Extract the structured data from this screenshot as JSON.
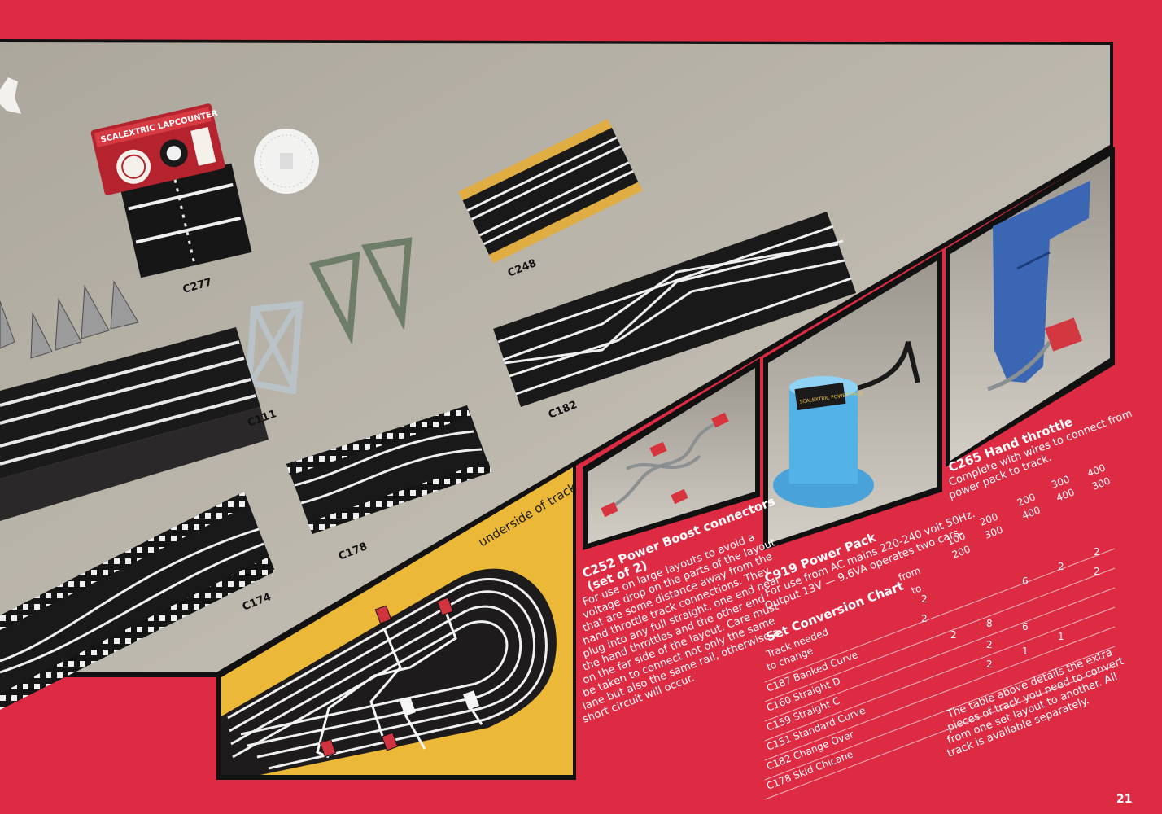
{
  "catalogue_page": {
    "page_number": "21",
    "photo_labels": {
      "c277": "C277",
      "c248": "C248",
      "c111": "C111",
      "c182": "C182",
      "c178": "C178",
      "c174": "C174"
    },
    "lapcounter_text": "SCALEXTRIC LAPCOUNTER",
    "underside_label": "underside of track",
    "products": {
      "c252": {
        "title_line1": "C252 Power Boost connectors",
        "title_line2": "(set of 2)",
        "body": [
          "For use on large layouts to avoid a",
          "voltage drop on the parts of the layout",
          "that are some distance away from the",
          "hand throttle track connections. They",
          "plug into any full straight, one end near",
          "the hand throttles and the other end",
          "on the far side of the layout. Care must",
          "be taken to connect not only the same",
          "lane but also the same rail, otherwise a",
          "short circuit will occur."
        ]
      },
      "c919": {
        "title": "C919 Power Pack",
        "body": [
          "For use from AC mains 220-240 volt 50Hz.",
          "Output 13V — 9.6VA operates two cars."
        ],
        "label_text": "SCALEXTRIC POWER PACK"
      },
      "c265": {
        "title": "C265 Hand throttle",
        "body": [
          "Complete with wires to connect from",
          "power pack to track."
        ]
      }
    },
    "conversion_chart": {
      "title": "Set Conversion Chart",
      "from_label": "from",
      "to_label": "to",
      "track_needed_line1": "Track needed",
      "track_needed_line2": "to change",
      "columns": [
        {
          "from": "",
          "to": ""
        },
        {
          "from": "100",
          "to": "200"
        },
        {
          "from": "200",
          "to": "300"
        },
        {
          "from": "200",
          "to": "400"
        },
        {
          "from": "300",
          "to": "400"
        },
        {
          "from": "400",
          "to": "300"
        }
      ],
      "rows": [
        {
          "name": "C187 Banked Curve",
          "values": [
            "2",
            "",
            "",
            "",
            "",
            ""
          ]
        },
        {
          "name": "C160 Straight D",
          "values": [
            "2",
            "",
            "6",
            "2",
            "2",
            ""
          ]
        },
        {
          "name": "C159 Straight C",
          "values": [
            "2",
            "8",
            "",
            "",
            "2",
            ""
          ]
        },
        {
          "name": "C151 Standard Curve",
          "values": [
            "",
            "2",
            "6",
            "",
            "",
            ""
          ]
        },
        {
          "name": "C182 Change Over",
          "values": [
            "",
            "2",
            "1",
            "1",
            "",
            ""
          ]
        },
        {
          "name": "C178 Skid Chicane",
          "values": [
            "",
            "",
            "",
            "",
            "",
            ""
          ]
        }
      ],
      "footnote": [
        "The table above details the extra",
        "pieces of track you need to convert",
        "from one set layout to another. All",
        "track is available separately."
      ]
    },
    "colors": {
      "page_red": "#dd2b43",
      "photo_grey": "#b9b3a8",
      "track_black": "#1c1b1c",
      "panel_yellow": "#ecb837"
    }
  }
}
